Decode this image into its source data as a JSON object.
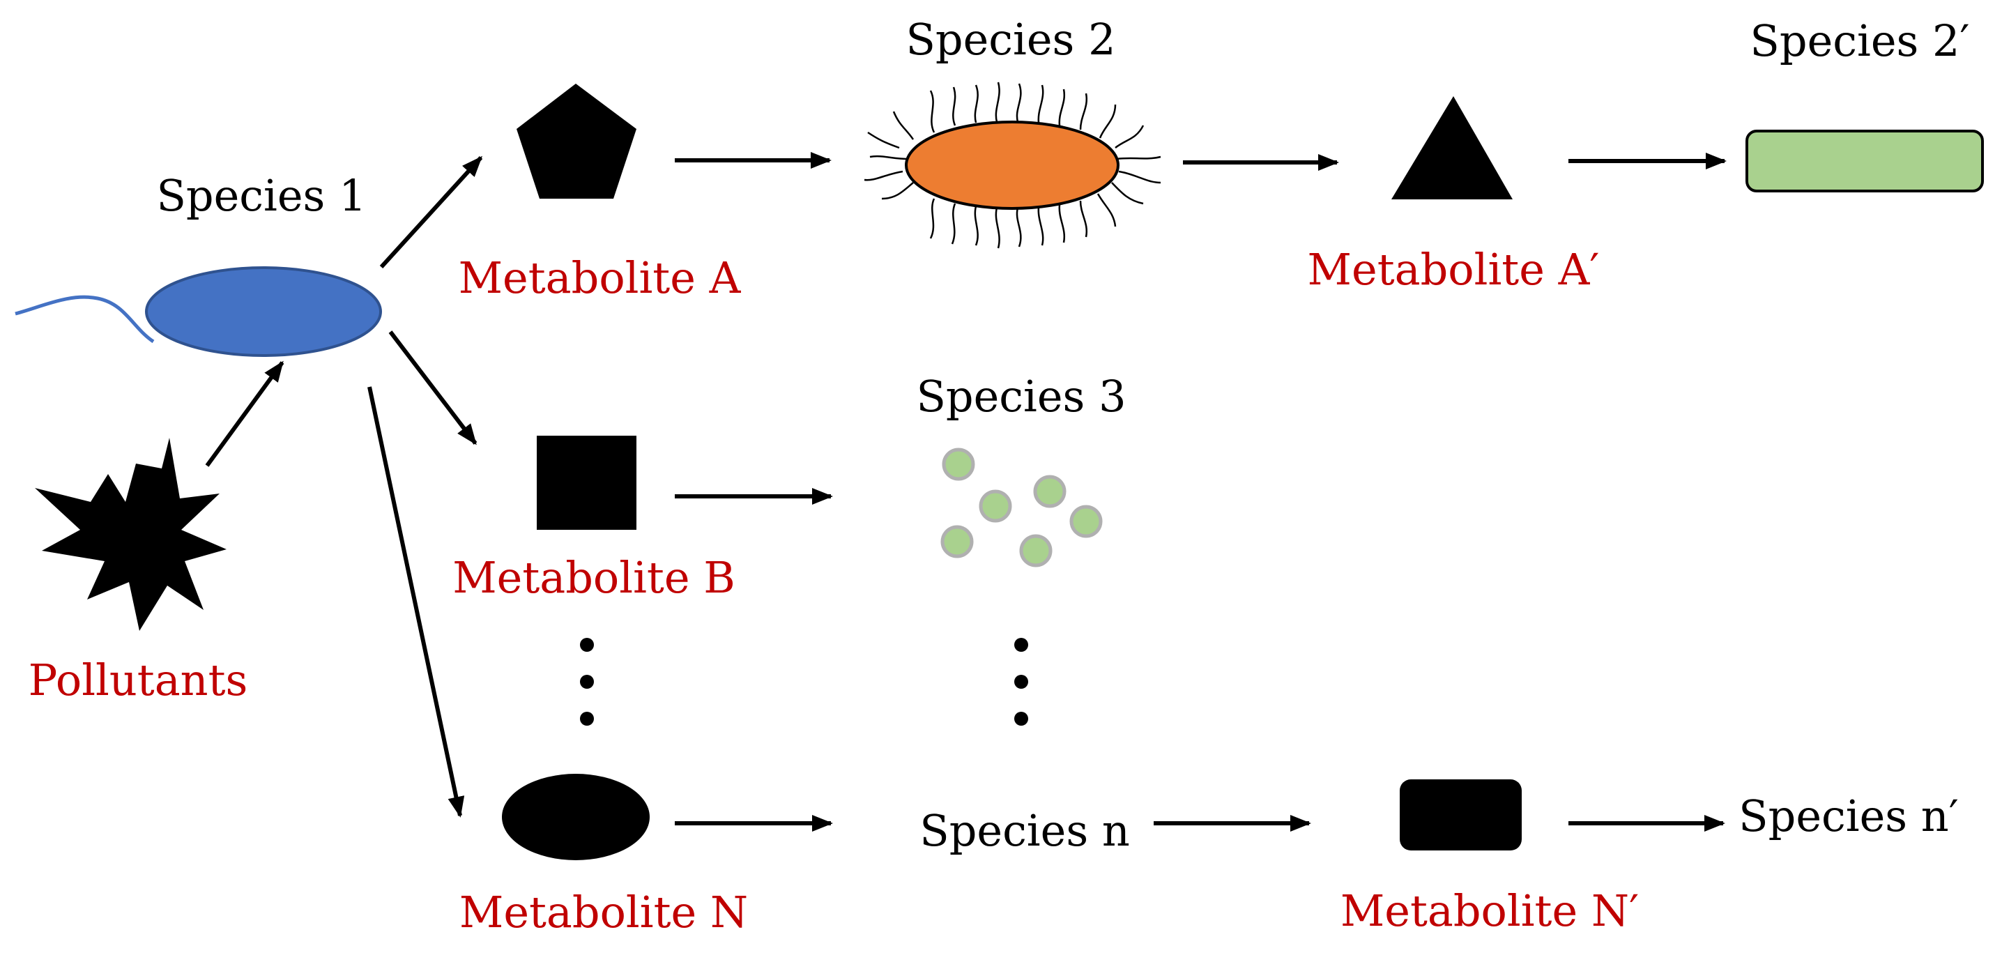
{
  "labels": {
    "species_1": "Species 1",
    "species_2": "Species 2",
    "species_2_prime": "Species 2′",
    "species_3": "Species 3",
    "species_n": "Species n",
    "species_n_prime": "Species n′",
    "pollutants": "Pollutants",
    "metabolite_a": "Metabolite A",
    "metabolite_a_prime": "Metabolite A′",
    "metabolite_b": "Metabolite B",
    "metabolite_n": "Metabolite N",
    "metabolite_n_prime": "Metabolite N′"
  },
  "colors": {
    "species_1": "#4472c4",
    "species_2": "#ed7d31",
    "species_2_prime": "#a9d18e",
    "species_3": "#a9d18e",
    "metabolite_label": "#c00000",
    "shape": "#000000"
  }
}
